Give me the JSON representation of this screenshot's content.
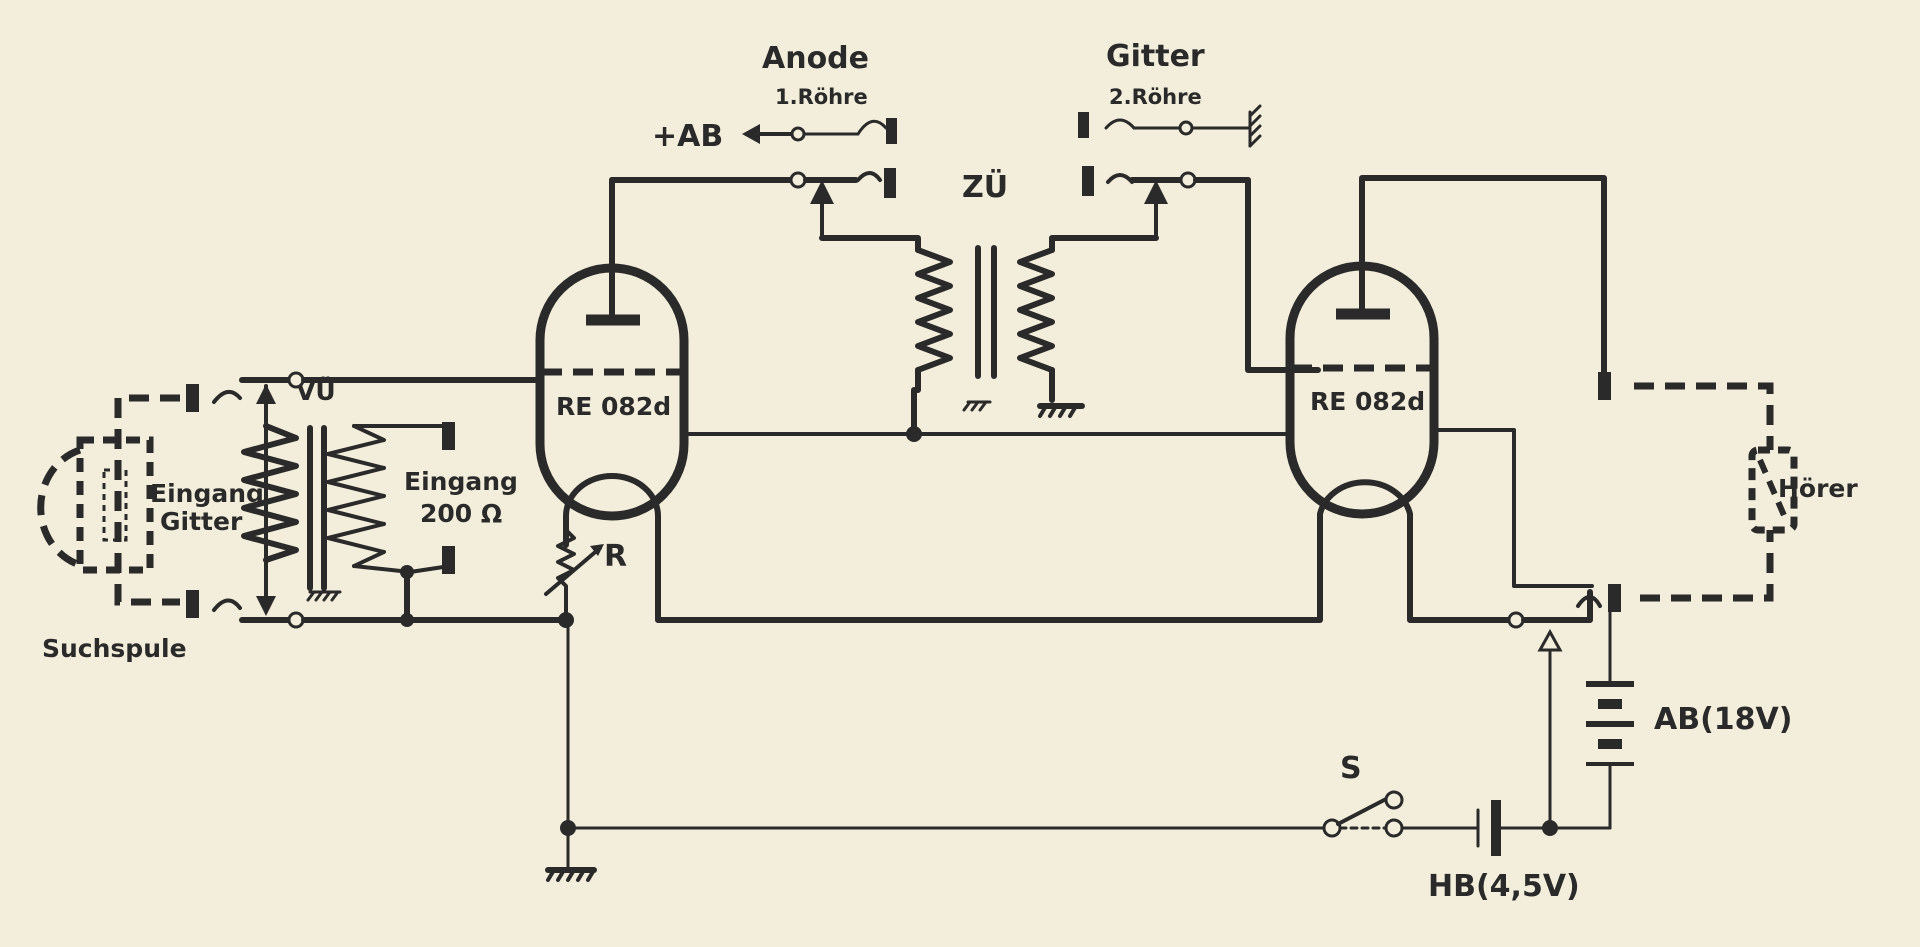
{
  "diagram": {
    "labels": {
      "anode_title": "Anode",
      "anode_sub": "1.Röhre",
      "plus_ab": "+AB",
      "gitter_title": "Gitter",
      "gitter_sub": "2.Röhre",
      "zu": "ZÜ",
      "vu": "VÜ",
      "tube1": "RE 082d",
      "tube2": "RE 082d",
      "eingang_gitter_1": "Eingang",
      "eingang_gitter_2": "Gitter",
      "eingang_200_1": "Eingang",
      "eingang_200_2": "200 Ω",
      "resistor_r": "R",
      "suchspule": "Suchspule",
      "horer": "Hörer",
      "switch_s": "S",
      "ab_battery": "AB(18V)",
      "hb_battery": "HB(4,5V)"
    }
  }
}
